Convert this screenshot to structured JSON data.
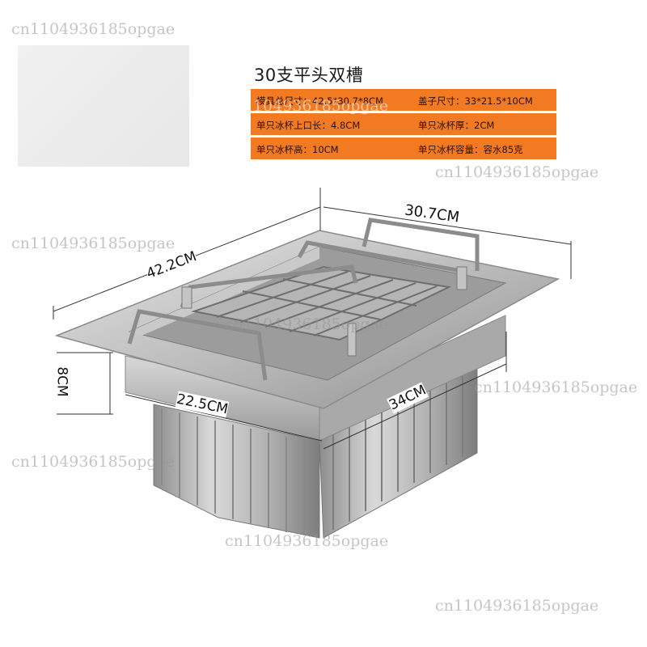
{
  "title": "30支平头双槽",
  "spec_rows": [
    {
      "left": "模具总尺寸：42.5*30.7*8CM",
      "right": "盖子尺寸：33*21.5*10CM"
    },
    {
      "left": "单只冰杯上口长：4.8CM",
      "right": "单只冰杯厚：2CM"
    },
    {
      "left": "单只冰杯高：10CM",
      "right": "单只冰杯容量：容水85克"
    }
  ],
  "dimensions": {
    "width_top": "30.7CM",
    "length_top": "42.2CM",
    "height": "8CM",
    "lid_width": "22.5CM",
    "lid_length": "34CM"
  },
  "watermark": "cn1104936185opgae",
  "colors": {
    "spec_bg": "#f27a22",
    "steel": "#b8b8b8"
  }
}
